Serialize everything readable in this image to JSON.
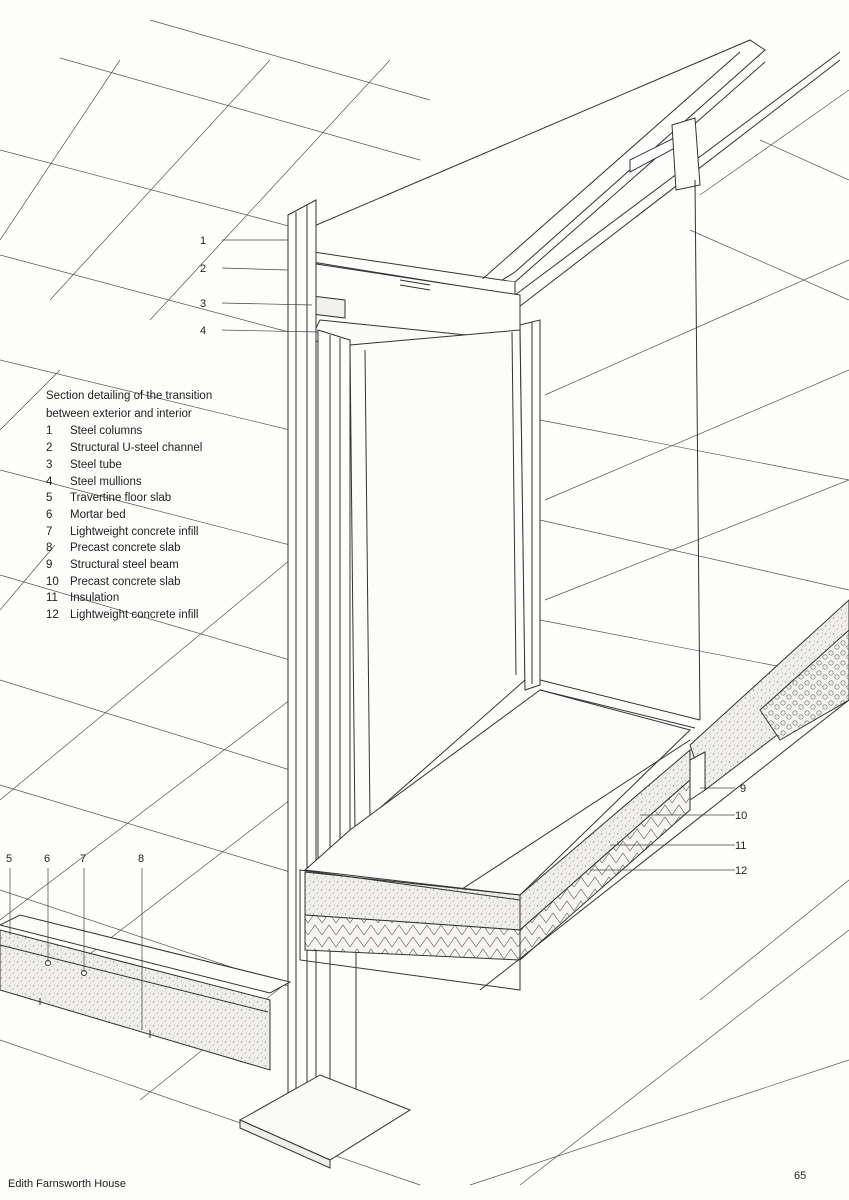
{
  "legend": {
    "title_line1": "Section detailing of the transition",
    "title_line2": "between exterior and interior",
    "items": [
      {
        "num": "1",
        "text": "Steel columns"
      },
      {
        "num": "2",
        "text": "Structural U-steel channel"
      },
      {
        "num": "3",
        "text": "Steel tube"
      },
      {
        "num": "4",
        "text": "Steel mullions"
      },
      {
        "num": "5",
        "text": "Travertine floor slab"
      },
      {
        "num": "6",
        "text": "Mortar bed"
      },
      {
        "num": "7",
        "text": "Lightweight concrete infill"
      },
      {
        "num": "8",
        "text": "Precast concrete slab"
      },
      {
        "num": "9",
        "text": "Structural steel beam"
      },
      {
        "num": "10",
        "text": "Precast concrete slab"
      },
      {
        "num": "11",
        "text": "Insulation"
      },
      {
        "num": "12",
        "text": "Lightweight concrete infill"
      }
    ]
  },
  "callouts": {
    "c1": "1",
    "c2": "2",
    "c3": "3",
    "c4": "4",
    "c5": "5",
    "c6": "6",
    "c7": "7",
    "c8": "8",
    "c9": "9",
    "c10": "10",
    "c11": "11",
    "c12": "12"
  },
  "footer": {
    "book_title": "Edith Farnsworth House",
    "page_number": "65"
  },
  "colors": {
    "line": "#333333",
    "paper": "#fdfdfb",
    "concrete": "#e6e4df"
  }
}
